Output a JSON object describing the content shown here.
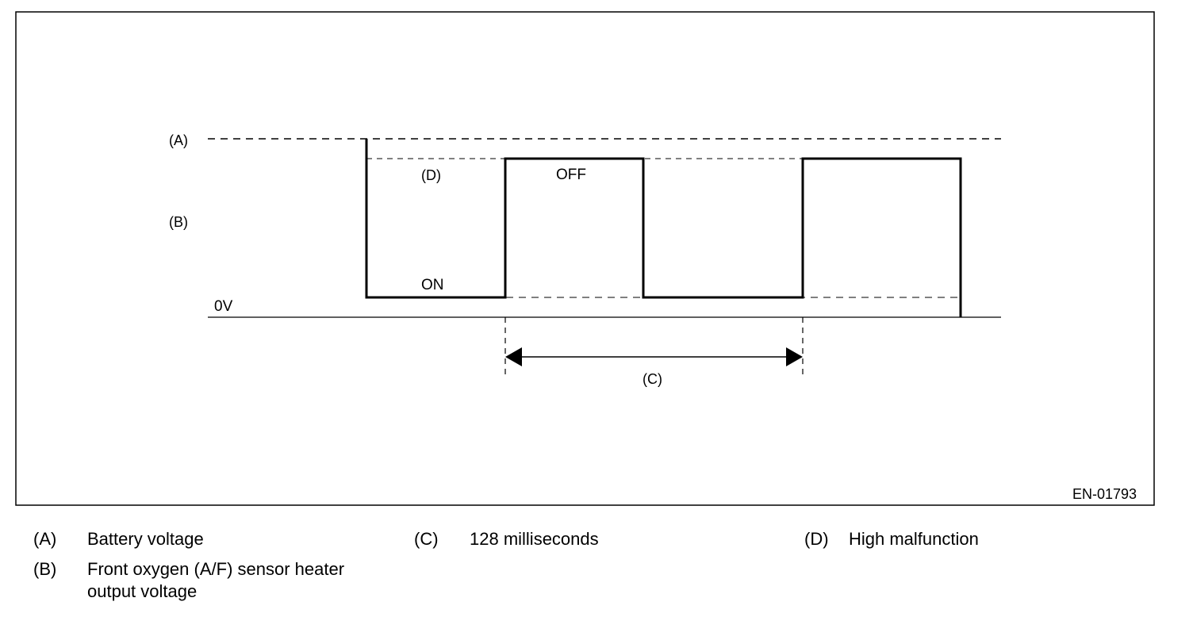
{
  "diagram": {
    "labels": {
      "a": "(A)",
      "b": "(B)",
      "c": "(C)",
      "d": "(D)",
      "off": "OFF",
      "on": "ON",
      "zero_volt": "0V"
    },
    "figure_id": "EN-01793"
  },
  "legend": [
    {
      "key": "(A)",
      "text": "Battery voltage"
    },
    {
      "key": "(B)",
      "text_line1": "Front oxygen (A/F) sensor heater",
      "text_line2": "output voltage"
    },
    {
      "key": "(C)",
      "text": "128 milliseconds"
    },
    {
      "key": "(D)",
      "text": "High malfunction"
    }
  ]
}
